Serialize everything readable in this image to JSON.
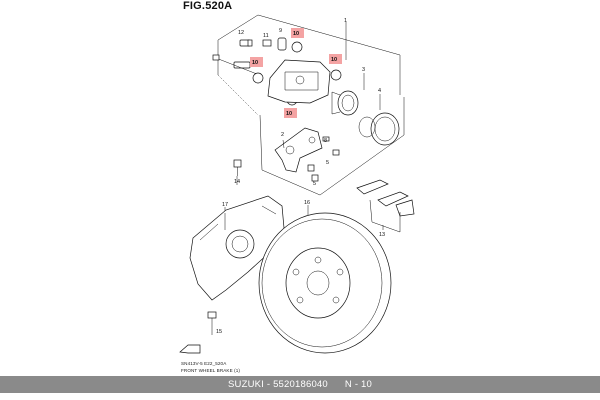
{
  "figure": {
    "title": "FIG.520A"
  },
  "callouts": {
    "c1": "1",
    "c2": "2",
    "c3": "3",
    "c4": "4",
    "c5": "5",
    "c8": "8",
    "c9": "9",
    "c10": "10",
    "c11": "11",
    "c12": "12",
    "c13": "13",
    "c14": "14",
    "c15": "15",
    "c16": "16",
    "c17": "17"
  },
  "highlight_color": "#f4a3a3",
  "captions": {
    "code": "SN413V-5 E22_520A",
    "name": "FRONT WHEEL BRAKE (1)"
  },
  "footer": {
    "text": "SUZUKI - 5520186040      N - 10",
    "background": "#8a8a8a"
  }
}
